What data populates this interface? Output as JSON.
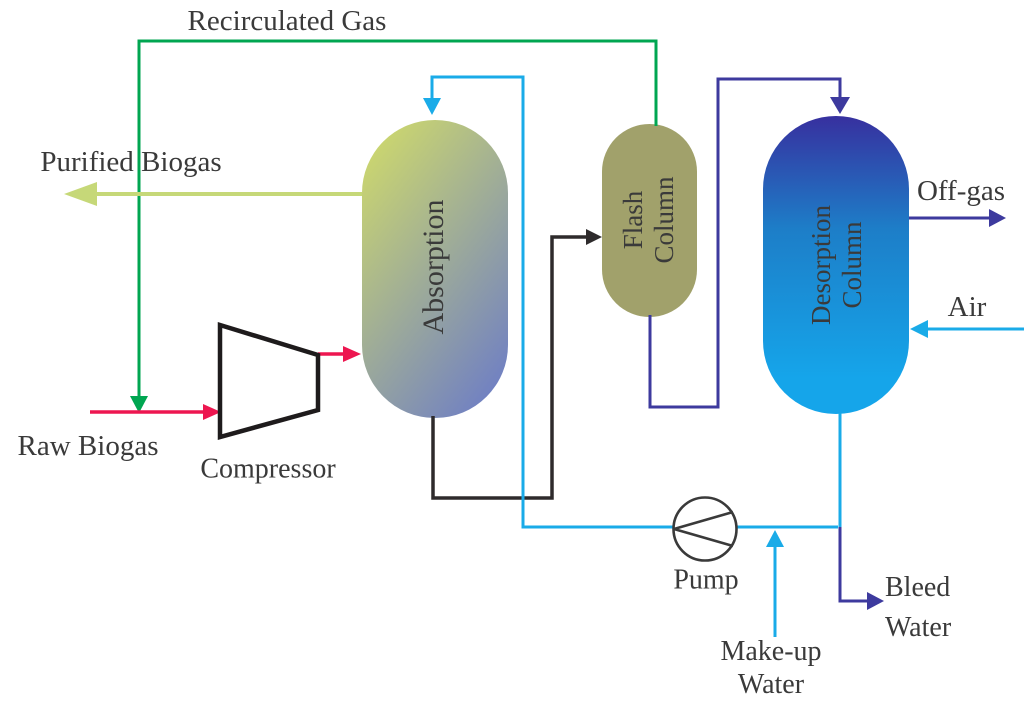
{
  "colors": {
    "green": "#00a651",
    "cyan": "#1aabe8",
    "navy": "#3d3a9e",
    "red": "#ed1650",
    "light_green": "#c6d878",
    "black_line": "#2e2b2c",
    "equipment_outline": "#1e1b1c",
    "pump_outline": "#3a3a3a",
    "text": "#3a3a3a",
    "absorption_top": "#cdd86d",
    "absorption_bottom": "#7080c3",
    "flash_fill": "#a1a16b",
    "desorption_top": "#37309f",
    "desorption_mid": "#1d7ec8",
    "desorption_bottom": "#15a5ea"
  },
  "equipment": {
    "absorption_column": {
      "label": "Absorption"
    },
    "flash_column": {
      "label_line1": "Flash",
      "label_line2": "Column"
    },
    "desorption_column": {
      "label_line1": "Desorption",
      "label_line2": "Column"
    },
    "compressor": {
      "label": "Compressor"
    },
    "pump": {
      "label": "Pump"
    }
  },
  "streams": {
    "recirculated_gas": {
      "label": "Recirculated Gas"
    },
    "purified_biogas": {
      "label": "Purified Biogas"
    },
    "raw_biogas": {
      "label": "Raw Biogas"
    },
    "off_gas": {
      "label": "Off-gas"
    },
    "air": {
      "label": "Air"
    },
    "make_up_water": {
      "label_line1": "Make-up",
      "label_line2": "Water"
    },
    "bleed_water": {
      "label_line1": "Bleed",
      "label_line2": "Water"
    }
  }
}
